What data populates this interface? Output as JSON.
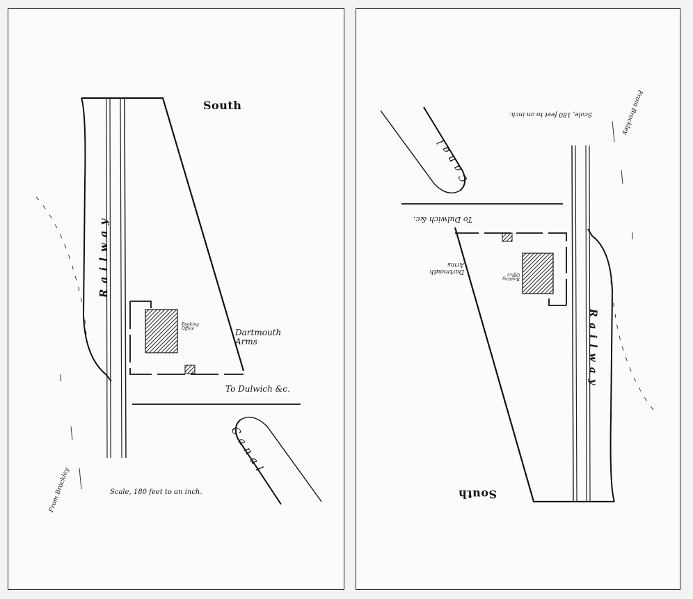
{
  "maps": [
    {
      "orientation": "normal",
      "compass_label": "South",
      "railway_label": "Railway",
      "canal_label": "Canal",
      "booking_office_label": "Booking Office",
      "dartmouth_arms_label": "Dartmouth Arms",
      "road_label": "To Dulwich &c.",
      "from_label": "From Brockley",
      "scale_label": "Scale, 180 feet to an inch."
    },
    {
      "orientation": "inverted",
      "compass_label": "South",
      "railway_label": "Railway",
      "canal_label": "Canal",
      "booking_office_label": "Booking Office",
      "dartmouth_arms_label": "Dartmouth Arms",
      "road_label": "To Dulwich &c.",
      "from_label": "From Brockley",
      "scale_label": "Scale, 180 feet to an inch."
    }
  ]
}
